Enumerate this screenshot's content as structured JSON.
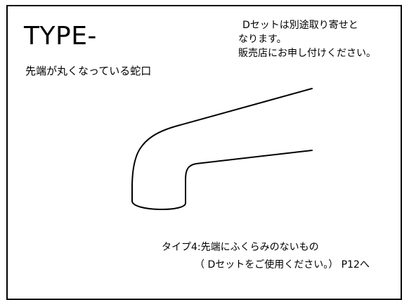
{
  "heading": {
    "title": "TYPE-",
    "caption": "先端が丸くなっている蛇口"
  },
  "notice": {
    "line1": "Dセットは別途取り寄せと",
    "line2": "なります。",
    "line3": "販売店にお申し付けください。"
  },
  "footer": {
    "line1": "タイプ4:先端にふくらみのないもの",
    "line2": "（ Dセットをご使用ください。） P12へ"
  },
  "colors": {
    "ink": "#000000",
    "background": "#ffffff"
  }
}
